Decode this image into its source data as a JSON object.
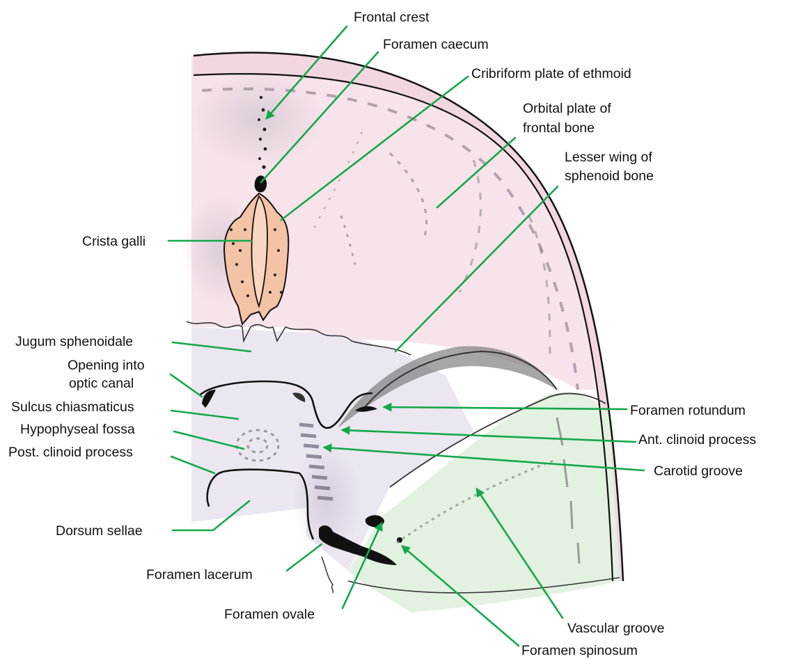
{
  "diagram": {
    "colors": {
      "pink": "#f7e3ea",
      "lavender": "#ece6f1",
      "mint": "#e3f1e1",
      "crista": "#f4c2a4",
      "leader": "#12a84a",
      "ink": "#111111"
    },
    "labels": {
      "frontal_crest": "Frontal crest",
      "foramen_caecum": "Foramen caecum",
      "cribriform_plate": "Cribriform plate of ethmoid",
      "orbital_plate_1": "Orbital plate of",
      "orbital_plate_2": "frontal  bone",
      "lesser_wing_1": "Lesser wing of",
      "lesser_wing_2": "sphenoid bone",
      "crista_galli": "Crista galli",
      "jugum": "Jugum sphenoidale",
      "optic_1": "Opening into",
      "optic_2": "optic canal",
      "sulcus": "Sulcus chiasmaticus",
      "hypophyseal": "Hypophyseal fossa",
      "post_clinoid": "Post. clinoid process",
      "dorsum": "Dorsum sellae",
      "foramen_lacerum": "Foramen lacerum",
      "foramen_ovale": "Foramen ovale",
      "foramen_rotundum": "Foramen rotundum",
      "ant_clinoid": "Ant. clinoid process",
      "carotid": "Carotid groove",
      "vascular": "Vascular groove",
      "foramen_spinosum": "Foramen spinosum"
    }
  }
}
